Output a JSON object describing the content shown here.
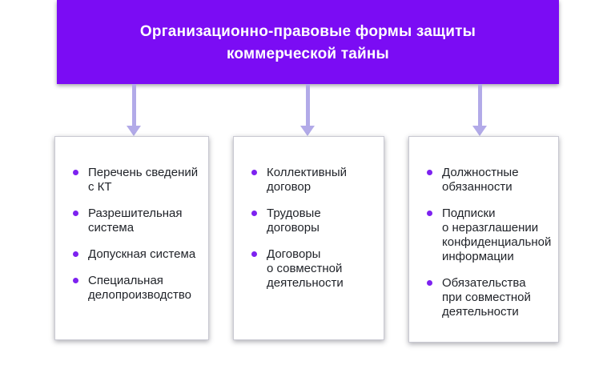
{
  "header": {
    "title": "Организационно-правовые формы защиты\nкоммерческой тайны"
  },
  "columns": [
    {
      "items": [
        "Перечень сведений\nс КТ",
        "Разрешительная\nсистема",
        "Допускная система",
        "Специальная\nделопроизводство"
      ]
    },
    {
      "items": [
        "Коллективный\nдоговор",
        "Трудовые договоры",
        "Договоры\nо совместной\nдеятельности"
      ]
    },
    {
      "items": [
        "Должностные\nобязанности",
        "Подписки\nо неразглашении\nконфиденциальной\nинформации",
        "Обязательства\nпри совместной\nдеятельности"
      ]
    }
  ],
  "colors": {
    "header_bg": "#7B0CF4",
    "header_text": "#FFFFFF",
    "arrow": "#B2AAE8",
    "bullet": "#7D22F0",
    "item_text": "#1F2228",
    "canvas_bg": "#FFFFFF"
  }
}
